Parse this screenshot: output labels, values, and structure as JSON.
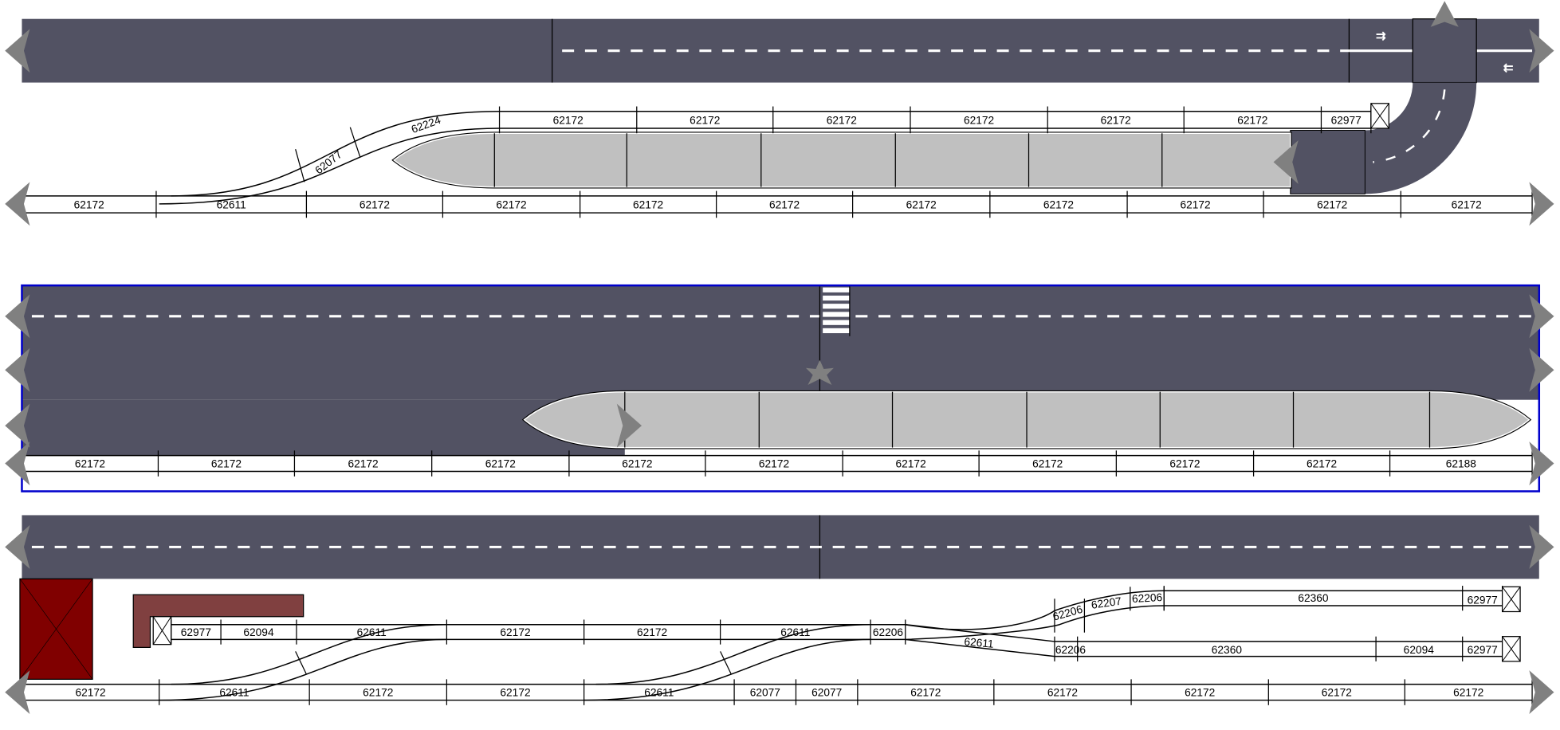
{
  "colors": {
    "road": "#525263",
    "road_marking": "#ffffff",
    "platform": "#c0c0c0",
    "connector_arrow": "#808080",
    "building_red": "#800000",
    "building_brown": "#804040",
    "selection_border": "#0000cc",
    "track_rail": "#000000"
  },
  "layout_1": {
    "upper_siding_labels": [
      "62172",
      "62172",
      "62172",
      "62172",
      "62172",
      "62172",
      "62977"
    ],
    "curve_labels": [
      "62224",
      "62077"
    ],
    "main_track_labels": [
      "62172",
      "62611",
      "62172",
      "62172",
      "62172",
      "62172",
      "62172",
      "62172",
      "62172",
      "62172",
      "62172"
    ]
  },
  "layout_2": {
    "main_track_labels": [
      "62172",
      "62172",
      "62172",
      "62172",
      "62172",
      "62172",
      "62172",
      "62172",
      "62172",
      "62172",
      "62188"
    ]
  },
  "layout_3": {
    "middle_track_labels": [
      "62977",
      "62094",
      "62611",
      "62172",
      "62172",
      "62611",
      "62206"
    ],
    "upper_branch_labels": [
      "62206",
      "62207",
      "62206",
      "62360",
      "62977"
    ],
    "lower_branch_labels": [
      "62611",
      "62206",
      "62360",
      "62094",
      "62977"
    ],
    "main_track_labels": [
      "62172",
      "62611",
      "62172",
      "62172",
      "62611",
      "62077",
      "62077",
      "62172",
      "62172",
      "62172",
      "62172",
      "62172"
    ]
  }
}
